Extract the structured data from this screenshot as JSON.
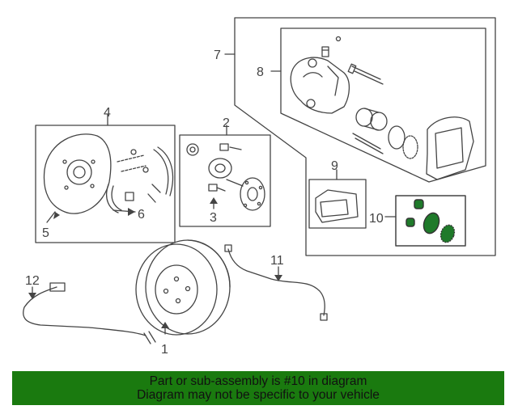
{
  "callouts": {
    "c1": "1",
    "c2": "2",
    "c3": "3",
    "c4": "4",
    "c5": "5",
    "c6": "6",
    "c7": "7",
    "c8": "8",
    "c9": "9",
    "c10": "10",
    "c11": "11",
    "c12": "12"
  },
  "banner": {
    "line1": "Part or sub-assembly is #10 in diagram",
    "line2": "Diagram may not be specific to your vehicle"
  },
  "colors": {
    "banner_bg": "#1a7a0f",
    "highlight_part": "#1f7a2a",
    "line": "#444444"
  }
}
